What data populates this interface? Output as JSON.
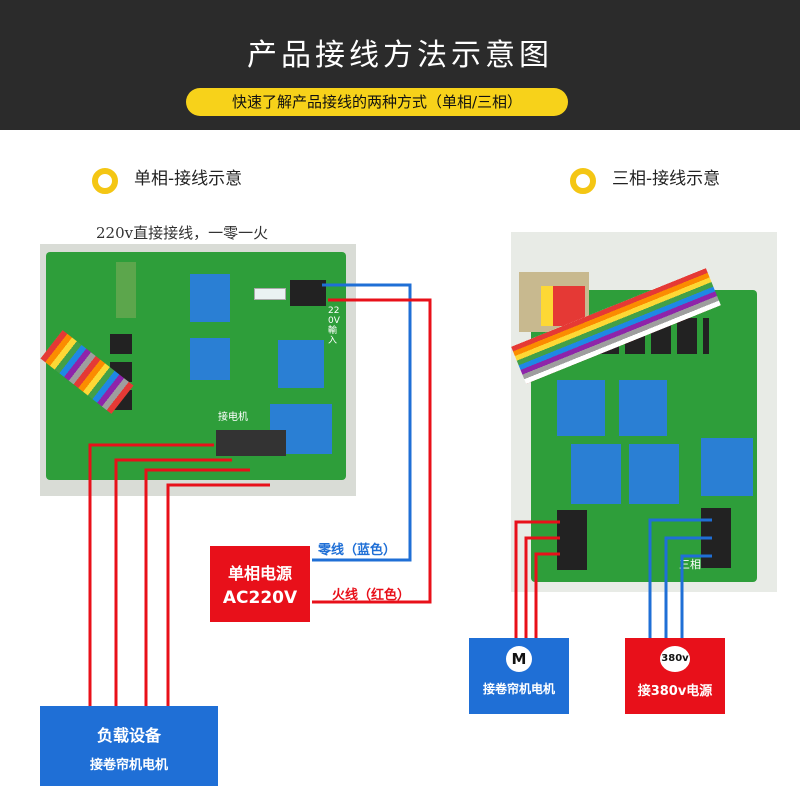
{
  "header": {
    "title": "产品接线方法示意图",
    "subtitle": "快速了解产品接线的两种方式（单相/三相）"
  },
  "single_phase": {
    "section_title": "单相-接线示意",
    "note": "220v直接接线，一零一火",
    "board_labels": {
      "side_label": "220V輸入",
      "motor_label": "接电机"
    },
    "power_box": {
      "line1": "单相电源",
      "line2": "AC220V"
    },
    "neutral_label": "零线（蓝色）",
    "live_label": "火线（红色）",
    "load_box": {
      "line1": "负载设备",
      "line2": "接卷帘机电机"
    }
  },
  "three_phase": {
    "section_title": "三相-接线示意",
    "board_label": "三相",
    "motor_box": {
      "badge": "M",
      "label": "接卷帘机电机"
    },
    "power_box": {
      "badge": "380v",
      "label": "接380v电源"
    }
  },
  "colors": {
    "header_bg": "#2b2b2b",
    "accent_yellow": "#f4c614",
    "red": "#e8101a",
    "blue": "#1f6fd6",
    "board_green": "#2e9e3a"
  }
}
